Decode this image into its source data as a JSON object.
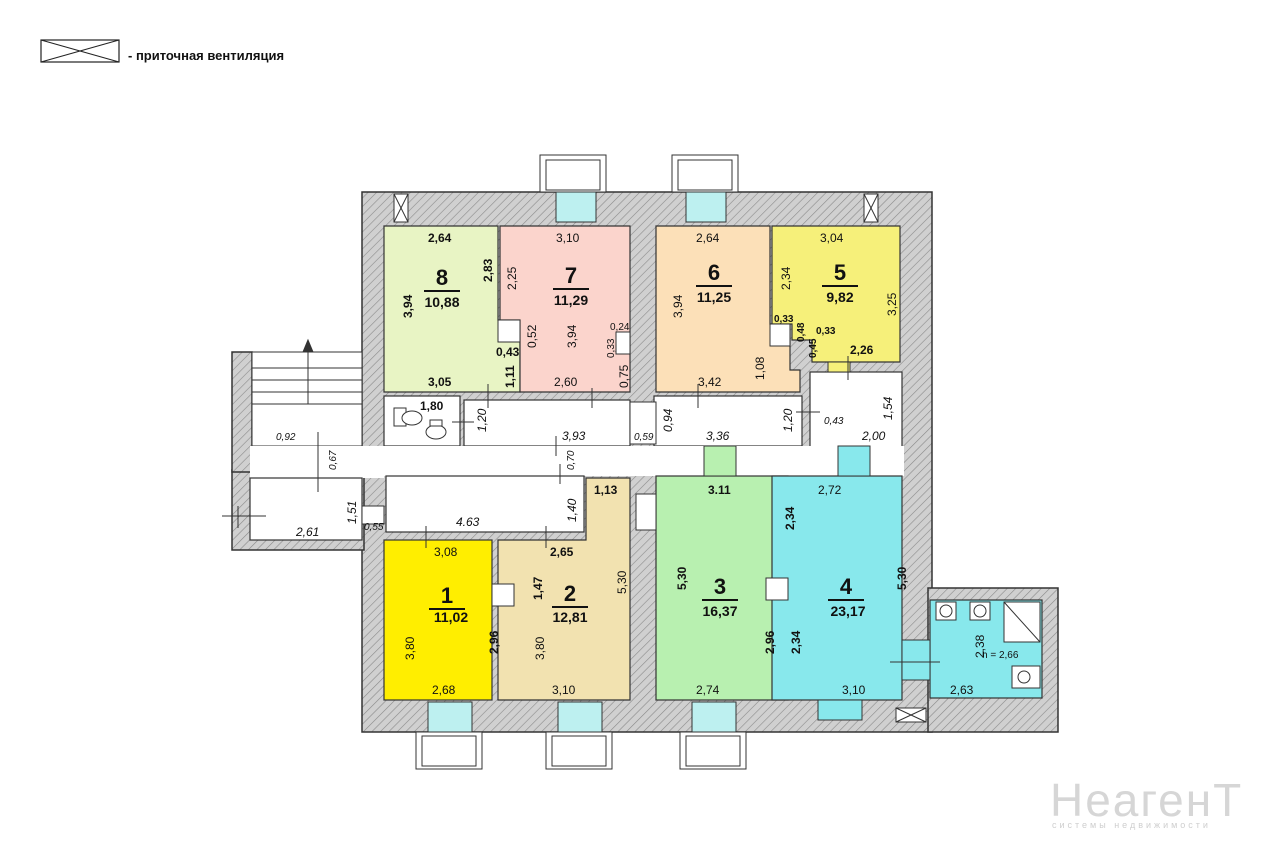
{
  "legend": {
    "text": "- приточная вентиляция"
  },
  "colors": {
    "room1": "#ffee00",
    "room2": "#f2e2b0",
    "room3": "#b8f0b0",
    "room4": "#88e8ec",
    "room5": "#f6f07a",
    "room6": "#fce0b8",
    "room7": "#fbd4cc",
    "room8": "#e8f4c4",
    "wc": "#88e8ec",
    "wall": "#bdbdbd",
    "corridor": "#ffffff"
  },
  "rooms": [
    {
      "num": "1",
      "area": "11,02"
    },
    {
      "num": "2",
      "area": "12,81"
    },
    {
      "num": "3",
      "area": "16,37"
    },
    {
      "num": "4",
      "area": "23,17"
    },
    {
      "num": "5",
      "area": "9,82"
    },
    {
      "num": "6",
      "area": "11,25"
    },
    {
      "num": "7",
      "area": "11,29"
    },
    {
      "num": "8",
      "area": "10,88"
    }
  ],
  "dims": {
    "r8_top": "2,64",
    "r8_left": "3,94",
    "r8_right": "2,83",
    "r8_bottom": "3,05",
    "r8_043": "0,43",
    "r8_111": "1,11",
    "r7_top": "3,10",
    "r7_225": "2,25",
    "r7_052": "0,52",
    "r7_394": "3,94",
    "r7_024": "0,24",
    "r7_033": "0,33",
    "r7_075": "0,75",
    "r7_bottom": "2,60",
    "r6_top": "2,64",
    "r6_left": "3,94",
    "r6_108": "1,08",
    "r6_bottom": "3,42",
    "r5_top": "3,04",
    "r5_234": "2,34",
    "r5_right": "3,25",
    "r5_033a": "0,33",
    "r5_048": "0,48",
    "r5_045": "0,45",
    "r5_033b": "0,33",
    "r5_226": "2,26",
    "wc1_180": "1,80",
    "c1_120": "1,20",
    "c1_393": "3,93",
    "c1_059": "0,59",
    "c1_094": "0,94",
    "c1_336": "3,36",
    "c1_120b": "1,20",
    "h_154": "1,54",
    "h_043": "0,43",
    "h_200": "2,00",
    "st_092": "0,92",
    "st_067": "0,67",
    "st_151": "1,51",
    "st_261": "2,61",
    "st_055": "0,55",
    "c2_463": "4.63",
    "c2_140": "1,40",
    "c2_070": "0,70",
    "r1_top": "3,08",
    "r1_left": "3,80",
    "r1_right": "2,96",
    "r1_bottom": "2,68",
    "r2_113": "1,13",
    "r2_265": "2,65",
    "r2_147": "1,47",
    "r2_530": "5,30",
    "r2_380": "3,80",
    "r2_bottom": "3,10",
    "r3_top": "3.11",
    "r3_234": "2,34",
    "r3_530": "5,30",
    "r3_296": "2,96",
    "r3_bottom": "2,74",
    "r4_top": "2,72",
    "r4_530": "5,30",
    "r4_234": "2,34",
    "r4_bottom": "3,10",
    "wc2_238": "2,38",
    "wc2_h": "h = 2,66",
    "wc2_263": "2,63"
  },
  "watermark": {
    "brand": "НеагенТ",
    "tagline": "системы недвижимости"
  }
}
